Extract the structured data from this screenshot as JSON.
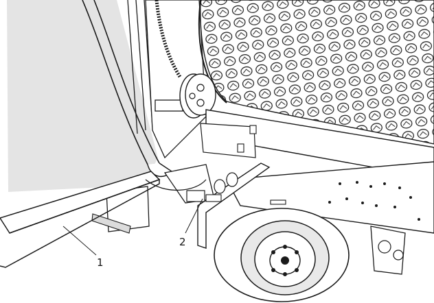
{
  "figure": {
    "callouts": [
      {
        "id": "1",
        "label": "1"
      },
      {
        "id": "2",
        "label": "2"
      }
    ]
  },
  "colors": {
    "line": "#1a1a1a",
    "shade_light": "#e6e6e6",
    "shade_mid": "#d2d2d2",
    "shade_dark": "#bdbdbd",
    "paper": "#ffffff"
  }
}
